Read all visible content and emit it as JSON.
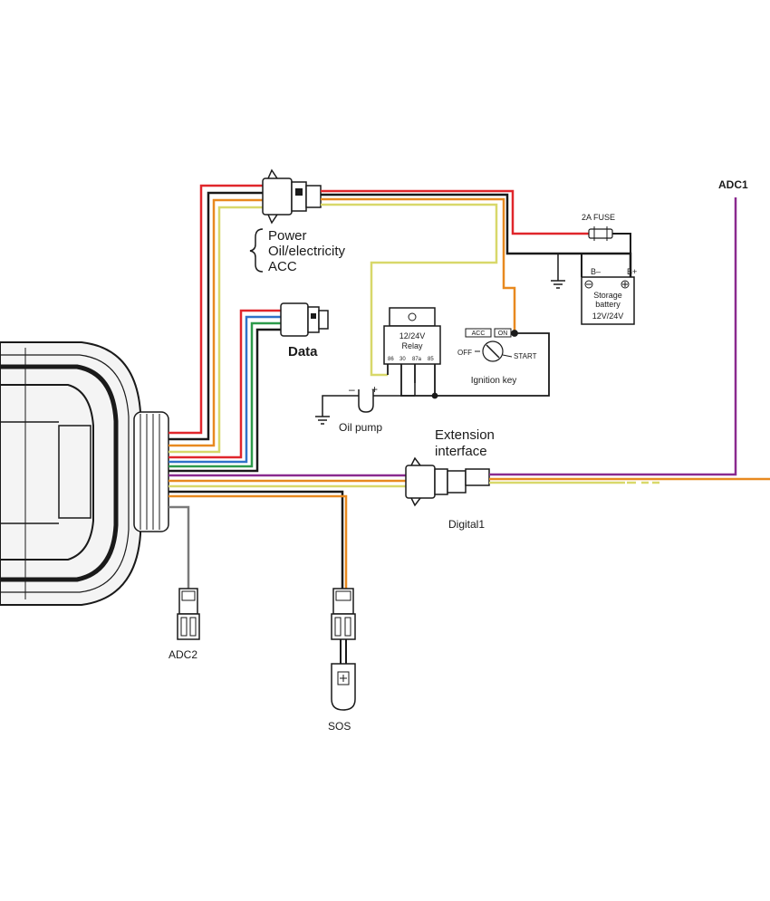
{
  "labels": {
    "adc1": "ADC1",
    "adc2": "ADC2",
    "sos": "SOS",
    "digital1": "Digital1",
    "data": "Data",
    "extension_line1": "Extension",
    "extension_line2": "interface",
    "power": "Power",
    "oil_electricity": "Oil/electricity",
    "acc": "ACC",
    "fuse": "2A FUSE",
    "b_minus": "B–",
    "b_plus": "B+",
    "storage": "Storage",
    "battery": "battery",
    "battery_voltage": "12V/24V",
    "relay_voltage": "12/24V",
    "relay": "Relay",
    "pin_86": "86",
    "pin_30": "30",
    "pin_87a": "87a",
    "pin_85": "85",
    "ign_acc": "ACC",
    "ign_on": "ON",
    "ign_off": "OFF",
    "ign_start": "START",
    "ignition_key": "Ignition key",
    "oil_pump": "Oil pump",
    "minus": "–",
    "plus": "+"
  },
  "colors": {
    "red": "#e0262b",
    "black": "#1a1a1a",
    "orange": "#e8891f",
    "yellow": "#d8d86a",
    "blue": "#2f72c8",
    "green": "#2c9a4a",
    "purple": "#8a2a8f",
    "gray": "#7a7a7a"
  }
}
